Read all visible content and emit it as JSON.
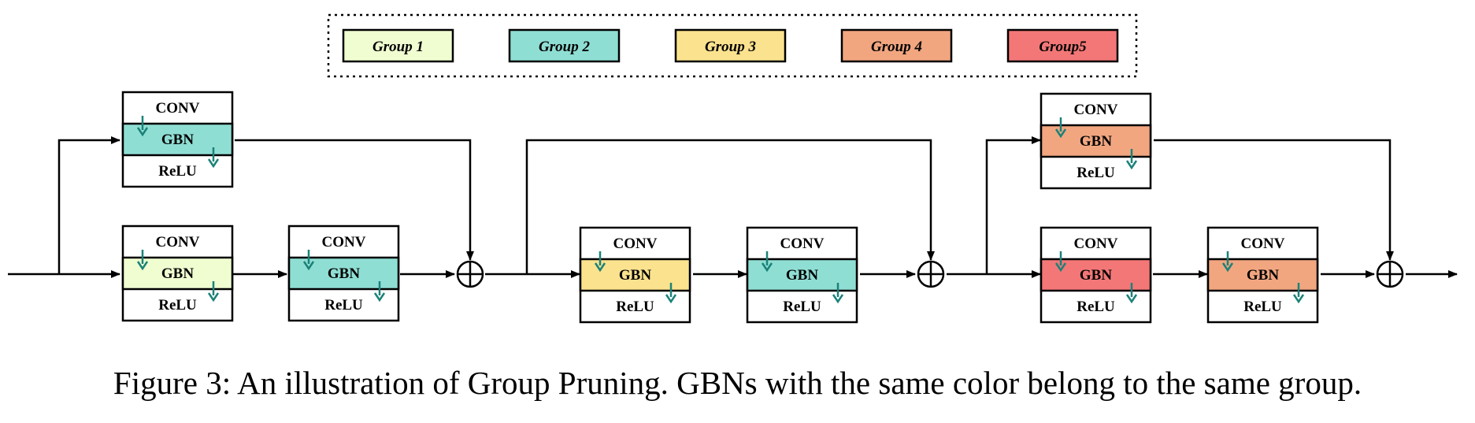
{
  "legend": {
    "groups": [
      {
        "label": "Group 1",
        "color": "#f0fdd0"
      },
      {
        "label": "Group 2",
        "color": "#8fded4"
      },
      {
        "label": "Group 3",
        "color": "#fbe28e"
      },
      {
        "label": "Group 4",
        "color": "#f1a680"
      },
      {
        "label": "Group5",
        "color": "#f37777"
      }
    ]
  },
  "block_labels": {
    "conv": "CONV",
    "gbn": "GBN",
    "relu": "ReLU"
  },
  "blocks": [
    {
      "group": 2
    },
    {
      "group": 1
    },
    {
      "group": 2
    },
    {
      "group": 3
    },
    {
      "group": 2
    },
    {
      "group": 4
    },
    {
      "group": 5
    },
    {
      "group": 4
    }
  ],
  "colors": {
    "line": "#000000",
    "prune_arrow": "#1a8278"
  },
  "caption": "Figure 3: An illustration of Group Pruning. GBNs with the same color belong to the same group."
}
